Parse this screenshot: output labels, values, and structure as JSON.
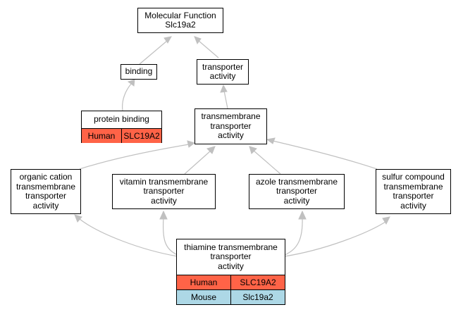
{
  "colors": {
    "edge": "#c0c0c0",
    "human": "#ff6347",
    "mouse": "#add8e6"
  },
  "nodes": {
    "mf": {
      "title": "Molecular Function\nSlc19a2"
    },
    "binding": {
      "title": "binding"
    },
    "transporter": {
      "title": "transporter\nactivity"
    },
    "protein_binding": {
      "title": "protein binding",
      "rows": [
        {
          "species": "Human",
          "gene": "SLC19A2"
        }
      ]
    },
    "transmembrane": {
      "title": "transmembrane\ntransporter\nactivity"
    },
    "organic_cation": {
      "title": "organic cation\ntransmembrane\ntransporter\nactivity"
    },
    "vitamin": {
      "title": "vitamin transmembrane\ntransporter\nactivity"
    },
    "azole": {
      "title": "azole transmembrane\ntransporter\nactivity"
    },
    "sulfur": {
      "title": "sulfur compound\ntransmembrane\ntransporter\nactivity"
    },
    "thiamine": {
      "title": "thiamine transmembrane\ntransporter\nactivity",
      "rows": [
        {
          "species": "Human",
          "gene": "SLC19A2"
        },
        {
          "species": "Mouse",
          "gene": "Slc19a2"
        }
      ]
    }
  }
}
